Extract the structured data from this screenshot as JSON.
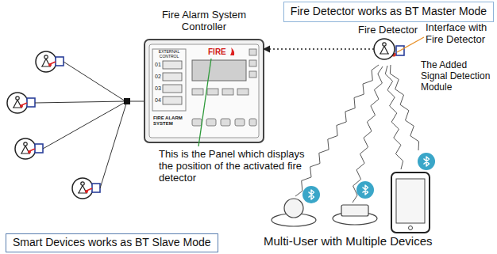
{
  "diagram": {
    "nodes": [
      {
        "text": [
          "Fire Detector works as BT Master Mode"
        ]
      },
      {
        "text": [
          "Fire Alarm System Controller"
        ]
      },
      {
        "text": [
          "Fire Detector"
        ]
      },
      {
        "text": [
          "Smart Devices works as BT Slave Mode"
        ]
      }
    ],
    "edges": [
      {
        "from": 2,
        "to": 1,
        "arrow": "to"
      }
    ],
    "labels": [
      "Interface with Fire Detector",
      "The Added Signal Detection Module",
      "This is the Panel which displays the position of the activated fire detector",
      "Multi-User with Multiple Devices",
      "EXTERNAL CONTROL",
      "01",
      "02",
      "03",
      "04",
      "FIRE",
      "FIRE ALARM SYSTEM"
    ]
  }
}
